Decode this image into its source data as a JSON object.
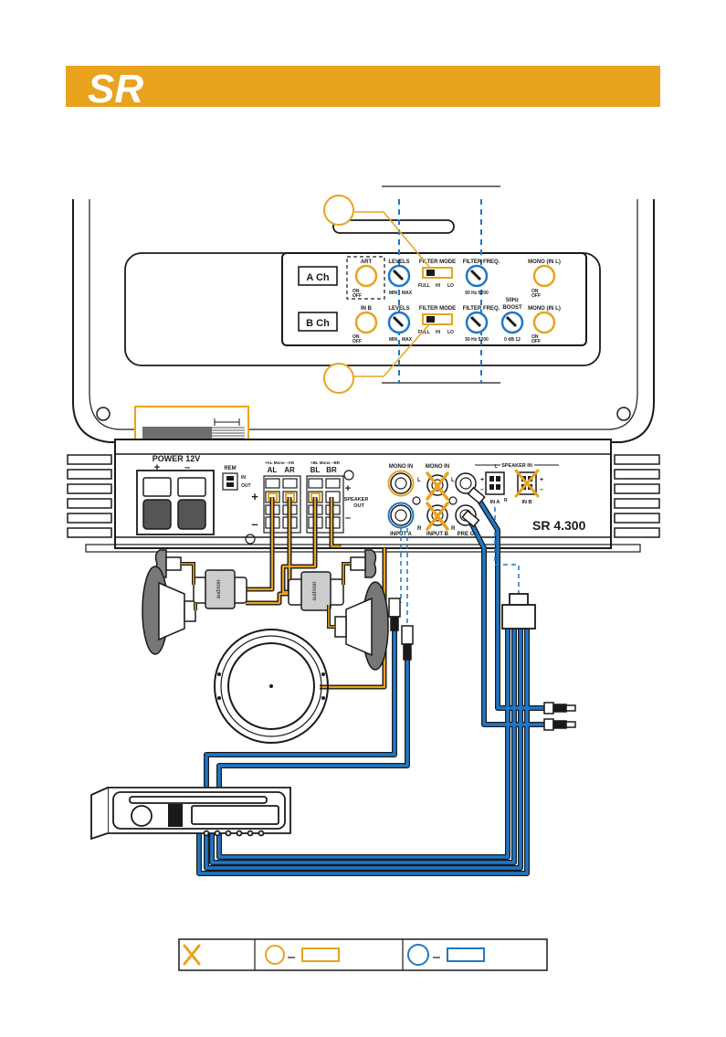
{
  "header": {
    "title": "SR"
  },
  "colors": {
    "accent": "#E9A31E",
    "blue": "#1F77C8",
    "dark": "#1a1a1a",
    "grey": "#6e6e6e"
  },
  "panel": {
    "a_ch": "A Ch",
    "b_ch": "B Ch",
    "art": "ART",
    "in_b": "IN B",
    "levels": "LEVELS",
    "filter_mode": "FILTER MODE",
    "filter_freq": "FILTER FREQ.",
    "mono_in_l": "MONO (IN L)",
    "boost_50": "50Hz",
    "boost": "BOOST",
    "on": "ON",
    "off": "OFF",
    "min": "MIN",
    "max": "MAX",
    "full": "FULL",
    "hi": "HI",
    "lo": "LO",
    "freq_range": "50  Hz  5200",
    "db_range": "0  dB  12"
  },
  "amp": {
    "power": "POWER  12V",
    "plus": "+",
    "minus": "–",
    "rem": "REM",
    "in": "IN",
    "out": "OUT",
    "ch_a_small": "+AL Mono –AR",
    "ch_b_small": "+BL Mono –BR",
    "al": "AL",
    "ar": "AR",
    "bl": "BL",
    "br": "BR",
    "speaker_out": "SPEAKER",
    "speaker_out2": "OUT",
    "mono_in": "MONO IN",
    "mono_in2": "MONO IN",
    "input_a": "INPUT A",
    "input_b": "INPUT B",
    "pre_out": "PRE O",
    "speaker_in": "SPEAKER IN",
    "in_a": "IN A",
    "in_b": "IN B",
    "l": "L",
    "r": "R",
    "model": "SR 4.300"
  },
  "crossover_brand": "audison"
}
